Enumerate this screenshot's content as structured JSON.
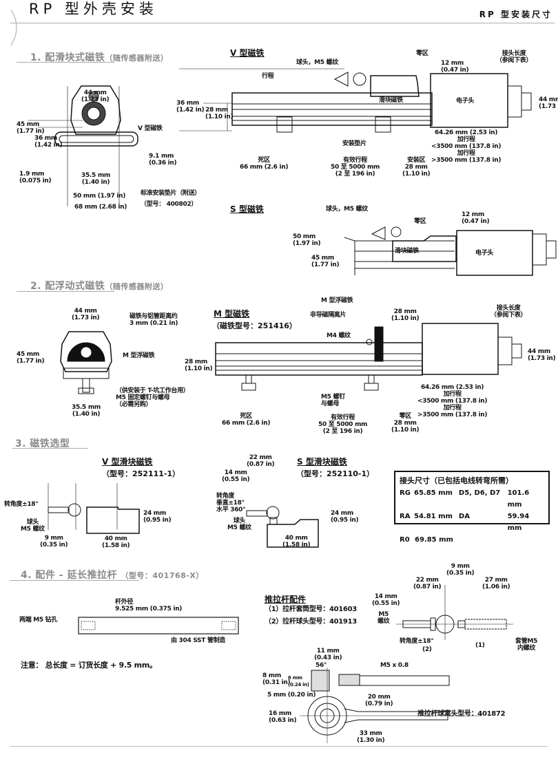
{
  "header": {
    "title": "RP 型外壳安装",
    "right_title": "RP 型安装尺寸"
  },
  "section1": {
    "heading": "1. 配滑块式磁铁",
    "heading_note": "（随传感器附送）",
    "end_view": {
      "width": "44 mm",
      "width_in": "(1.73 in)",
      "height_total": "45 mm",
      "height_total_in": "(1.77 in)",
      "height_inner": "36 mm",
      "height_inner_in": "(1.42 in)",
      "offset": "1.9 mm",
      "offset_in": "(0.075 in)",
      "plate_h": "9.1 mm",
      "plate_h_in": "(0.36 in)",
      "holes": "35.5 mm",
      "holes_in": "(1.40 in)",
      "plate_inner": "50 mm (1.97 in)",
      "plate_outer": "68 mm (2.68 in)",
      "magnet_label": "V 型磁铁",
      "clip_label": "标准安装垫片（附送）",
      "clip_model": "（型号： 400802）"
    },
    "v_magnet": {
      "title": "V 型磁铁",
      "stroke_label": "行程",
      "ball_label": "球头，M5 螺纹",
      "zero_zone": "零区",
      "zero_dim": "12 mm",
      "zero_dim_in": "(0.47 in)",
      "conn_len": "接头长度",
      "conn_len_note": "（参阅下表）",
      "h36": "36 mm",
      "h36_in": "(1.42 in)",
      "h28": "28 mm",
      "h28_in": "(1.10 in)",
      "slider": "滑块磁铁",
      "head": "电子头",
      "h44": "44 mm",
      "h44_in": "(1.73 in)",
      "clip": "安装垫片",
      "dead_zone": "死区",
      "dead_dim": "66 mm (2.6 in)",
      "eff_stroke": "有效行程",
      "eff_dim": "50 至 5000 mm",
      "eff_dim_in": "(2 至 196 in)",
      "mount_zone": "安装区",
      "mount_dim": "28 mm",
      "mount_dim_in": "(1.10 in)",
      "head_len": "64.26 mm (2.53 in)",
      "add1": "加行程",
      "add1_dim": "<3500 mm (137.8 in)",
      "add2": "加行程",
      "add2_dim": ">3500 mm (137.8 in)"
    },
    "s_magnet": {
      "title": "S 型磁铁",
      "ball_label": "球头，M5 螺纹",
      "zero_zone": "零区",
      "zero_dim": "12 mm",
      "zero_dim_in": "(0.47 in)",
      "h50": "50 mm",
      "h50_in": "(1.97 in)",
      "h45": "45 mm",
      "h45_in": "(1.77 in)",
      "slider": "滑块磁铁",
      "head": "电子头"
    }
  },
  "section2": {
    "heading": "2. 配浮动式磁铁",
    "heading_note": "（随传感器附送）",
    "end_view": {
      "width": "44 mm",
      "width_in": "(1.73 in)",
      "height": "45 mm",
      "height_in": "(1.77 in)",
      "gap": "磁铁与铝管距离约",
      "gap_dim": "3 mm (0.21 in)",
      "magnet_label": "M 型浮磁铁",
      "note1": "（供安装于 T-坑工作台用）",
      "note2": "M5 固定螺钉与螺母",
      "note3": "（必需另购）",
      "holes": "35.5 mm",
      "holes_in": "(1.40 in)"
    },
    "m_magnet": {
      "title": "M 型磁铁",
      "model": "（磁铁型号：251416）",
      "float_label": "M 型浮磁铁",
      "spacer": "非导磁隔离片",
      "m4": "M4 螺纹",
      "z28": "28 mm",
      "z28_in": "(1.10 in)",
      "conn_len": "接头长度",
      "conn_len_note": "（参阅下表）",
      "h28": "28 mm",
      "h28_in": "(1.10 in)",
      "h44": "44 mm",
      "h44_in": "(1.73 in)",
      "m5": "M5 螺钉",
      "m5b": "与螺母",
      "dead_zone": "死区",
      "dead_dim": "66 mm (2.6 in)",
      "eff_stroke": "有效行程",
      "eff_dim": "50 至 5000 mm",
      "eff_dim_in": "(2 至 196 in)",
      "zero_zone": "零区",
      "zero_dim": "28 mm",
      "zero_dim_in": "(1.10 in)",
      "head_len": "64.26 mm (2.53 in)",
      "add1": "加行程",
      "add1_dim": "<3500 mm (137.8 in)",
      "add2": "加行程",
      "add2_dim": ">3500 mm (137.8 in)"
    }
  },
  "section3": {
    "heading": "3. 磁铁选型",
    "v_slider": {
      "title": "V 型滑块磁铁",
      "model": "（型号：252111-1）",
      "angle": "转角度±18°",
      "ball": "球头",
      "ball2": "M5 螺纹",
      "d9": "9 mm",
      "d9_in": "(0.35 in)",
      "h24": "24 mm",
      "h24_in": "(0.95 in)",
      "w40": "40 mm",
      "w40_in": "(1.58 in)"
    },
    "s_slider": {
      "title": "S 型滑块磁铁",
      "model": "（型号：252110-1）",
      "d22": "22 mm",
      "d22_in": "(0.87 in)",
      "d14": "14 mm",
      "d14_in": "(0.55 in)",
      "angle1": "转角度",
      "angle2": "垂直±18°",
      "angle3": "水平 360°",
      "ball": "球头",
      "ball2": "M5 螺纹",
      "h24": "24 mm",
      "h24_in": "(0.95 in)",
      "w40": "40 mm",
      "w40_in": "(1.58 in)"
    },
    "table": {
      "title": "接头尺寸（已包括电线转弯所需）",
      "rows": [
        [
          "RG",
          "65.85 mm",
          "D5, D6, D7",
          "101.6 mm"
        ],
        [
          "RA",
          "54.81 mm",
          "DA",
          "59.94 mm"
        ],
        [
          "R0",
          "69.85 mm",
          "",
          ""
        ]
      ]
    }
  },
  "section4": {
    "heading": "4. 配件 - 延长推拉杆",
    "heading_note": "（型号：401768-X）",
    "rod": {
      "od_label": "杆外径",
      "od_dim": "9.525 mm (0.375 in)",
      "ends": "两端 M5 钻孔",
      "material": "由 304 SST 管制造",
      "note": "注意： 总长度 = 订货长度 + 9.5 mm。"
    },
    "pushrod": {
      "title": "推拉杆配件",
      "item1": "（1）拉杆套筒型号：401603",
      "item2": "（2）拉杆球头型号：401913",
      "d9": "9 mm",
      "d9_in": "(0.35 in)",
      "d22": "22 mm",
      "d22_in": "(0.87 in)",
      "d27": "27 mm",
      "d27_in": "(1.06 in)",
      "d14": "14 mm",
      "d14_in": "(0.55 in)",
      "m5": "M5",
      "m5b": "螺纹",
      "angle": "转角度±18°",
      "p2": "(2)",
      "p1": "(1)",
      "sleeve": "套管M5",
      "sleeve2": "内螺纹"
    },
    "rod_end": {
      "d11": "11 mm",
      "d11_in": "(0.43 in)",
      "angle": "56°",
      "m5": "M5 x 0.8",
      "d8": "8 mm",
      "d8_in": "(0.31 in)",
      "d6": "6 mm",
      "d6_in": "(0.24 in)",
      "d5": "5 mm (0.20 in)",
      "d20": "20 mm",
      "d20_in": "(0.79 in)",
      "d16": "16 mm",
      "d16_in": "(0.63 in)",
      "d33": "33 mm",
      "d33_in": "(1.30 in)",
      "model": "推拉杆球窝头型号：401872"
    }
  }
}
